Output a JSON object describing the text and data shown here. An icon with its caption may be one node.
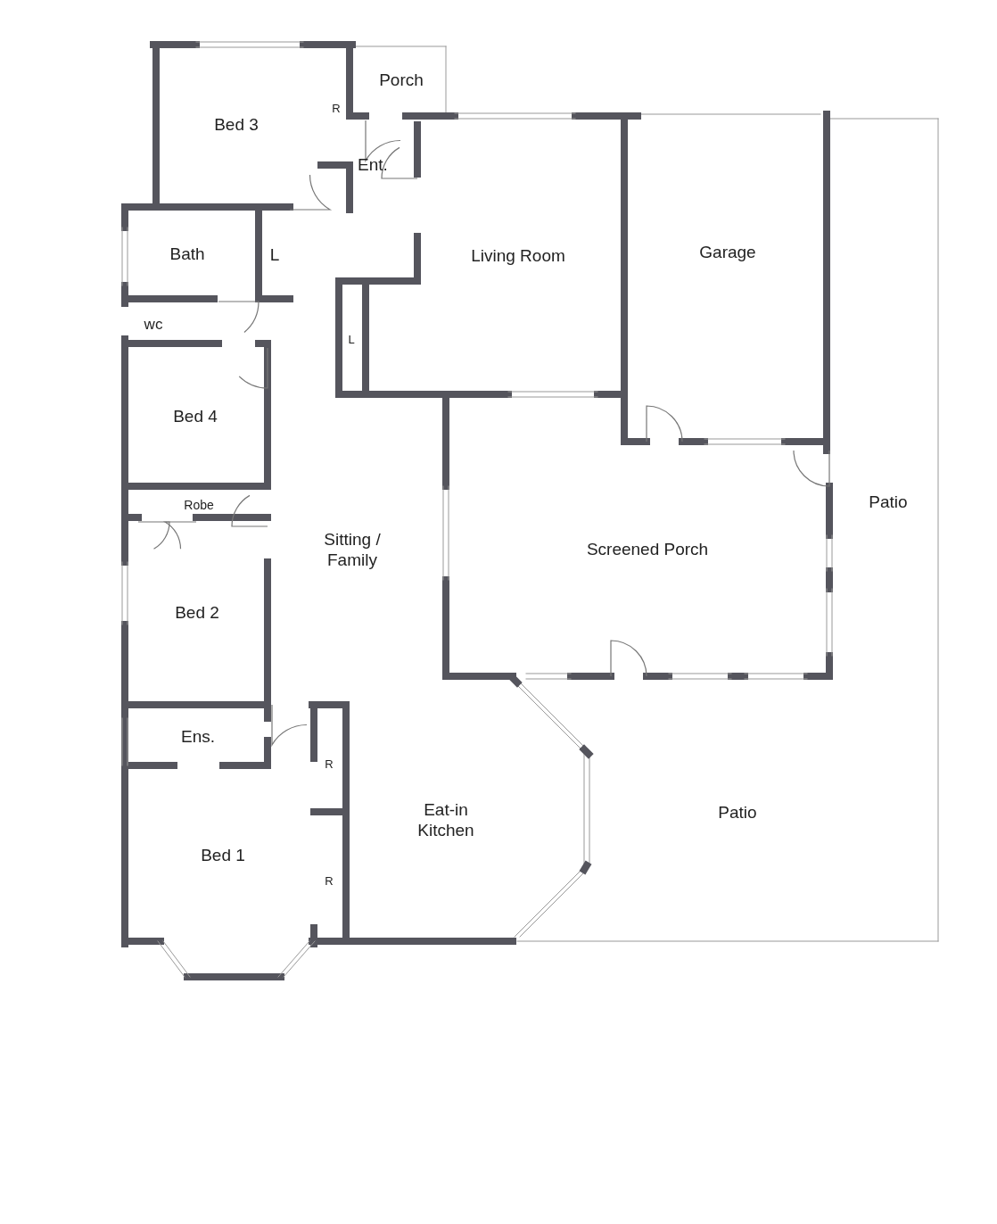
{
  "diagram": {
    "labels": [
      "Porch",
      "R",
      "Bed 3",
      "Ent.",
      "Bath",
      "L",
      "Living Room",
      "Garage",
      "wc",
      "L",
      "Bed 4",
      "Patio",
      "Robe",
      "Sitting / Family",
      "Screened Porch",
      "Bed 2",
      "Ens.",
      "R",
      "Eat-in Kitchen",
      "Patio",
      "Bed 1",
      "R"
    ]
  }
}
